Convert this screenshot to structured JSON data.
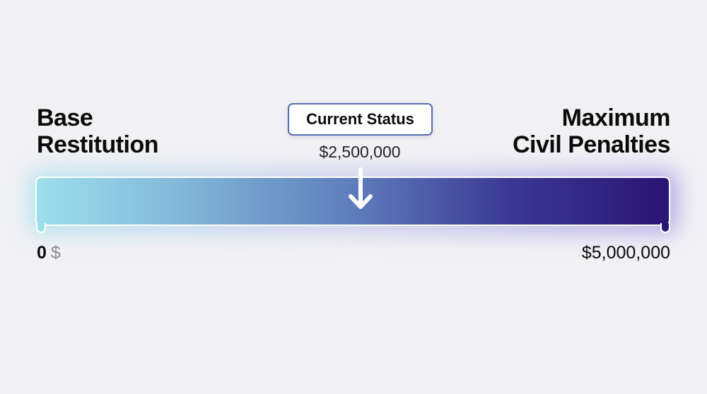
{
  "chart_data": {
    "type": "gauge",
    "title": "",
    "min_label": "Base Restitution",
    "max_label": "Maximum Civil Penalties",
    "range": [
      0,
      5000000
    ],
    "min_value": 0,
    "max_value": 5000000,
    "current": 2500000,
    "current_label": "Current Status",
    "current_value_text": "$2,500,000",
    "min_value_text": "0",
    "min_currency": "$",
    "max_value_text": "$5,000,000",
    "gradient": [
      "#9ddfec",
      "#2a1474"
    ]
  },
  "labels": {
    "left_line1": "Base",
    "left_line2": "Restitution",
    "right_line1": "Maximum",
    "right_line2": "Civil Penalties"
  },
  "marker": {
    "title": "Current Status",
    "value": "$2,500,000",
    "icon": "arrow-down-icon"
  },
  "axis": {
    "min": "0",
    "min_currency": "$",
    "max": "$5,000,000"
  },
  "colors": {
    "gradient_start": "#9ddfec",
    "gradient_end": "#2a1474",
    "marker_border": "#5a6cb4",
    "background": "#f1f1f4"
  }
}
